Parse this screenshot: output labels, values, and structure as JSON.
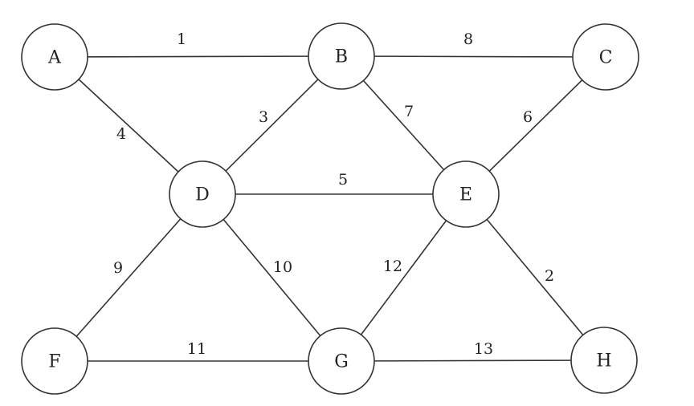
{
  "graph": {
    "nodes": [
      {
        "id": "A",
        "label": "A"
      },
      {
        "id": "B",
        "label": "B"
      },
      {
        "id": "C",
        "label": "C"
      },
      {
        "id": "D",
        "label": "D"
      },
      {
        "id": "E",
        "label": "E"
      },
      {
        "id": "F",
        "label": "F"
      },
      {
        "id": "G",
        "label": "G"
      },
      {
        "id": "H",
        "label": "H"
      }
    ],
    "edges": [
      {
        "from": "A",
        "to": "B",
        "weight": "1"
      },
      {
        "from": "B",
        "to": "C",
        "weight": "8"
      },
      {
        "from": "A",
        "to": "D",
        "weight": "4"
      },
      {
        "from": "B",
        "to": "D",
        "weight": "3"
      },
      {
        "from": "B",
        "to": "E",
        "weight": "7"
      },
      {
        "from": "C",
        "to": "E",
        "weight": "6"
      },
      {
        "from": "D",
        "to": "E",
        "weight": "5"
      },
      {
        "from": "D",
        "to": "F",
        "weight": "9"
      },
      {
        "from": "D",
        "to": "G",
        "weight": "10"
      },
      {
        "from": "E",
        "to": "G",
        "weight": "12"
      },
      {
        "from": "E",
        "to": "H",
        "weight": "2"
      },
      {
        "from": "F",
        "to": "G",
        "weight": "11"
      },
      {
        "from": "G",
        "to": "H",
        "weight": "13"
      }
    ]
  },
  "colors": {
    "stroke": "#333333",
    "text": "#222222",
    "background": "#ffffff"
  }
}
